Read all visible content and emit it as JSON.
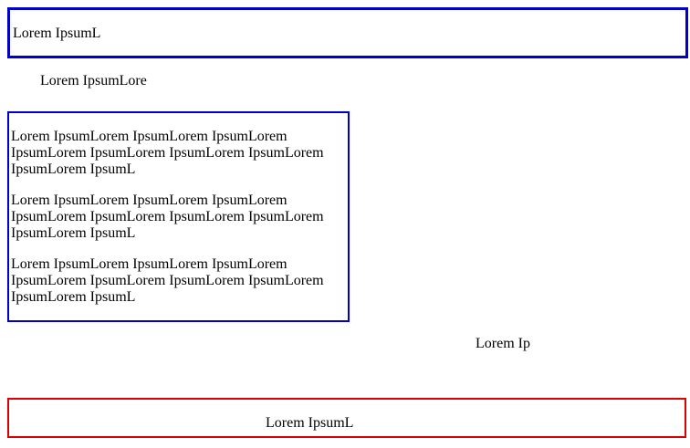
{
  "header": {
    "text": "Lorem IpsumL",
    "border_color": "#0000cc"
  },
  "subtitle": {
    "text": "Lorem IpsumLore"
  },
  "content": {
    "border_color": "#0000cc",
    "paragraphs": [
      "Lorem IpsumLorem IpsumLorem IpsumLorem IpsumLorem IpsumLorem IpsumLorem IpsumLorem IpsumLorem IpsumL",
      "Lorem IpsumLorem IpsumLorem IpsumLorem IpsumLorem IpsumLorem IpsumLorem IpsumLorem IpsumLorem IpsumL",
      "Lorem IpsumLorem IpsumLorem IpsumLorem IpsumLorem IpsumLorem IpsumLorem IpsumLorem IpsumLorem IpsumL"
    ]
  },
  "side_label": {
    "text": "Lorem Ip"
  },
  "footer": {
    "text": "Lorem IpsumL",
    "border_color": "#dd0000"
  }
}
